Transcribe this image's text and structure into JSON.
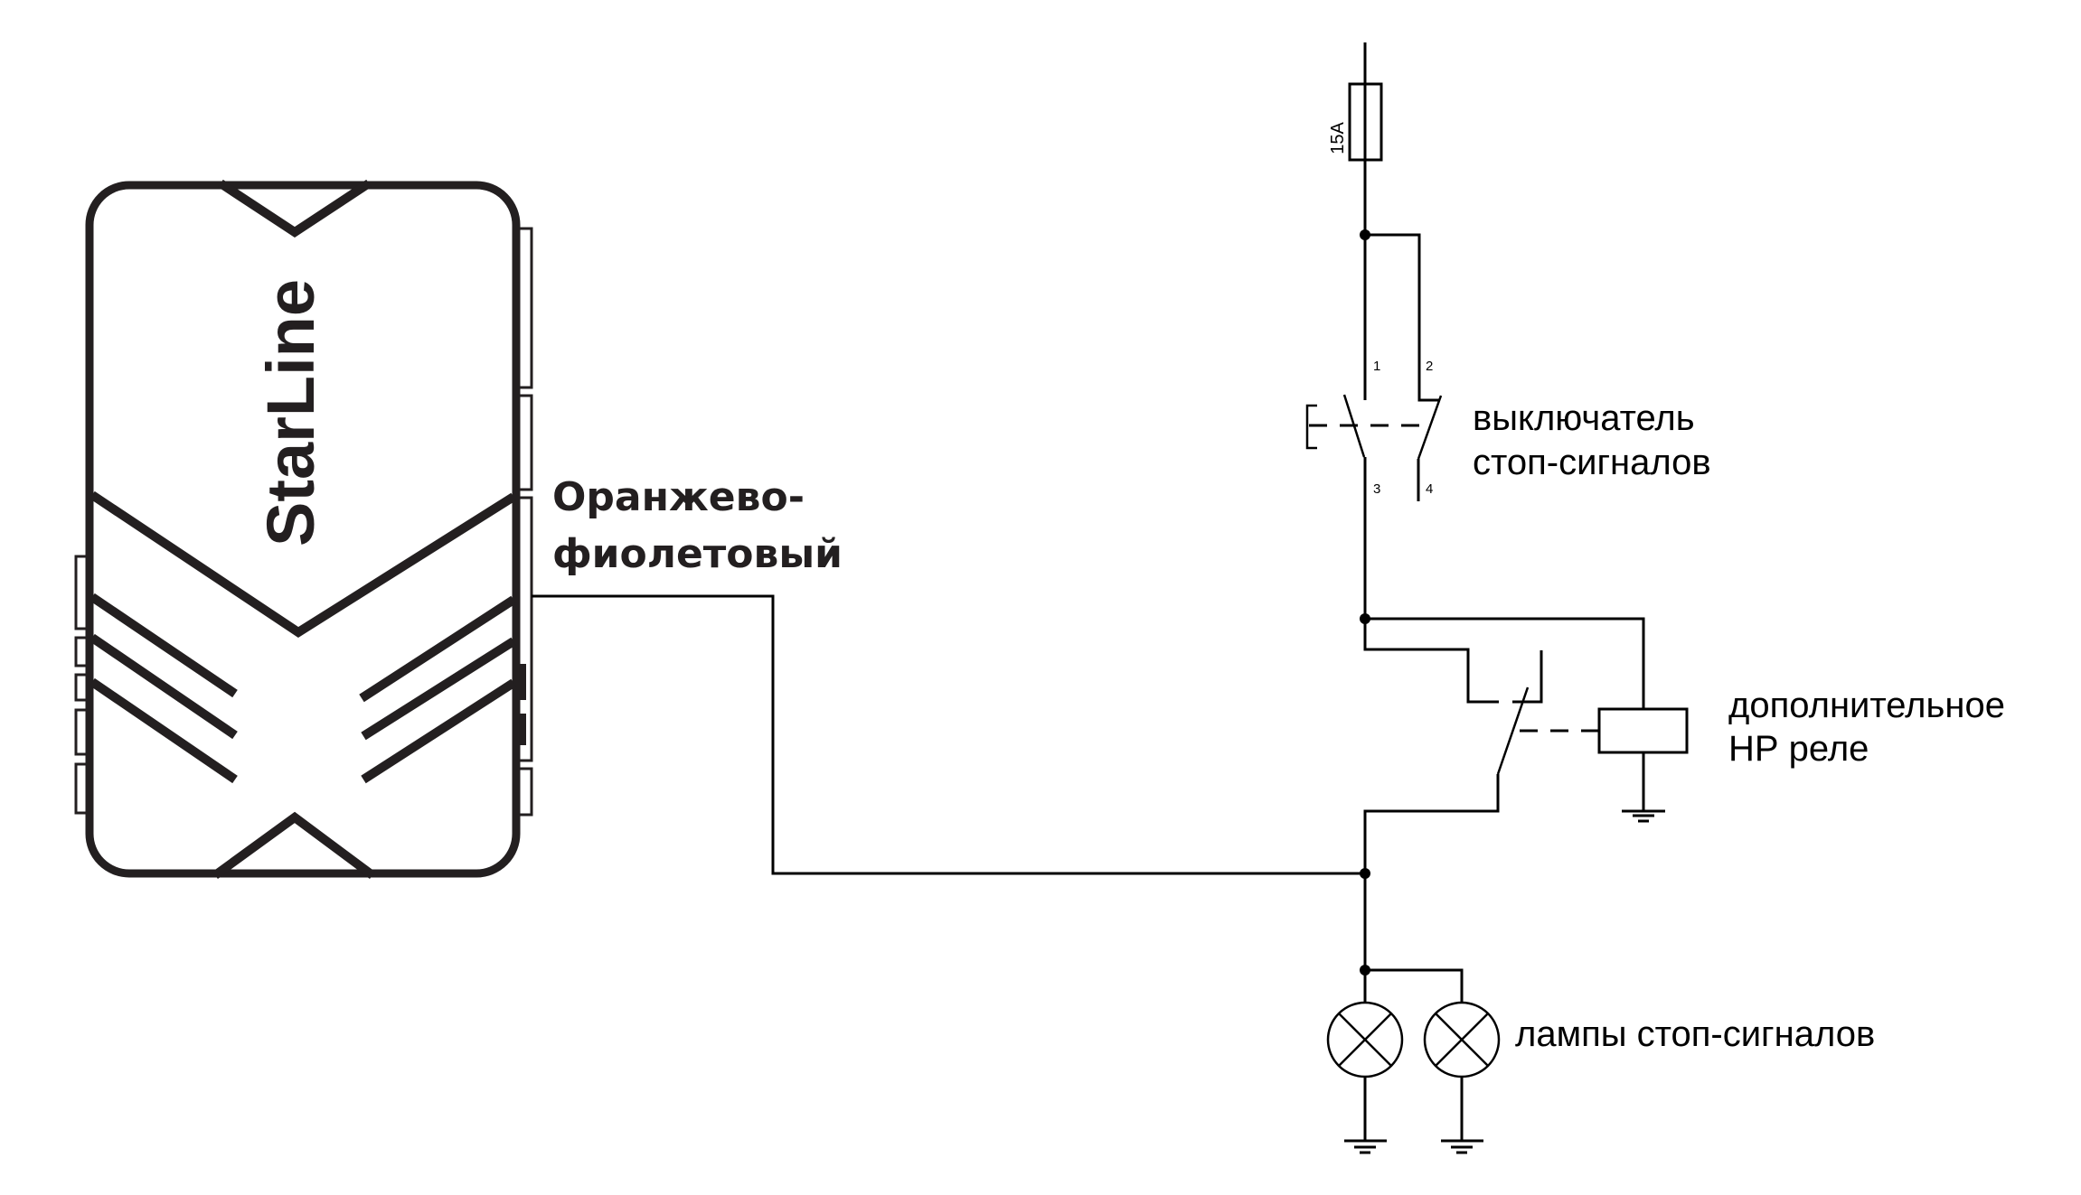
{
  "diagram": {
    "type": "wiring-schematic",
    "colors": {
      "line": "#000000",
      "unit_outline": "#231f20",
      "background": "#ffffff"
    },
    "control_unit": {
      "brand_logo": "StarLine",
      "output_wire_label_line1": "Оранжево-",
      "output_wire_label_line2": "фиолетовый"
    },
    "fuse": {
      "rating": "15A"
    },
    "brake_switch": {
      "label_line1": "выключатель",
      "label_line2": "стоп-сигналов",
      "pins": [
        "1",
        "2",
        "3",
        "4"
      ]
    },
    "relay": {
      "label_line1": "дополнительное",
      "label_line2": "НР реле"
    },
    "lamps": {
      "count": 2,
      "label": "лампы стоп-сигналов"
    }
  }
}
